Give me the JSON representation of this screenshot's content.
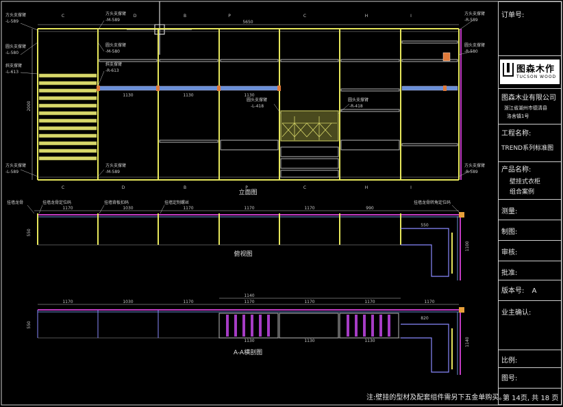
{
  "title_block": {
    "order_no_label": "订单号:",
    "brand_cn": "图森木作",
    "brand_en": "TUCSON WOOD",
    "company": "图森木业有限公司",
    "address_line1": "浙江省湖州市德清县",
    "address_line2": "洛舍镇1号",
    "project_label": "工程名称:",
    "project_value": "TREND系列标准图",
    "product_label": "产品名称:",
    "product_value_1": "壁挂式衣柜",
    "product_value_2": "组合案例",
    "measure_label": "测量:",
    "draw_label": "制图:",
    "review_label": "审核:",
    "approve_label": "批准:",
    "version_label": "版本号:",
    "version_value": "A",
    "owner_label": "业主确认:",
    "scale_label": "比例:",
    "drawing_no_label": "图号:",
    "page_info": "第 14页, 共 18 页"
  },
  "footnote": "注:壁挂的型材及配套组件需另下五金单购买。",
  "views": {
    "elevation_title": "立面图",
    "plan_title": "俯视图",
    "section_title": "A-A横剖图"
  },
  "section_marks_top": [
    "C",
    "D",
    "B",
    "P",
    "C",
    "H",
    "I"
  ],
  "section_marks_bottom": [
    "C",
    "D",
    "B",
    "P",
    "C",
    "H",
    "I"
  ],
  "elevation_dims": {
    "overall": "5650",
    "height": "2000"
  },
  "elevation_callouts": [
    {
      "l1": "方头支撑臂",
      "l2": "-L-589"
    },
    {
      "l1": "圆头支撑臂",
      "l2": "-L-580"
    },
    {
      "l1": "斜支撑臂",
      "l2": "-L-613"
    },
    {
      "l1": "方头支撑臂",
      "l2": "-M-589"
    },
    {
      "l1": "圆头支撑臂",
      "l2": "-M-580"
    },
    {
      "l1": "斜支撑臂",
      "l2": "-R-613"
    },
    {
      "l1": "圆头支撑臂",
      "l2": "-L-418"
    },
    {
      "l1": "圆头支撑臂",
      "l2": "-R-418"
    },
    {
      "l1": "方头支撑臂",
      "l2": "-R-589"
    },
    {
      "l1": "圆头支撑臂",
      "l2": "-R-580"
    },
    {
      "l1": "方头支撑臂",
      "l2": "-L-589"
    },
    {
      "l1": "方头支撑臂",
      "l2": "-M-589"
    },
    {
      "l1": "方头支撑臂",
      "l2": "-R-589"
    }
  ],
  "plan_labels": [
    "挂墙龙骨",
    "挂墙龙骨定位码",
    "挂墙背板扣码",
    "挂墙定制螺丝",
    "挂墙龙骨转角定位码"
  ],
  "plan_dims": [
    "1170",
    "1030",
    "1170",
    "1170",
    "1170",
    "990",
    "550",
    "1100"
  ],
  "section_dims_top": [
    "1170",
    "1030",
    "1170",
    "1170",
    "1170",
    "1170",
    "1140",
    "1170"
  ],
  "section_dims_bottom": [
    "1130",
    "1130",
    "1130"
  ],
  "section_dims_side": [
    "820",
    "1140"
  ]
}
